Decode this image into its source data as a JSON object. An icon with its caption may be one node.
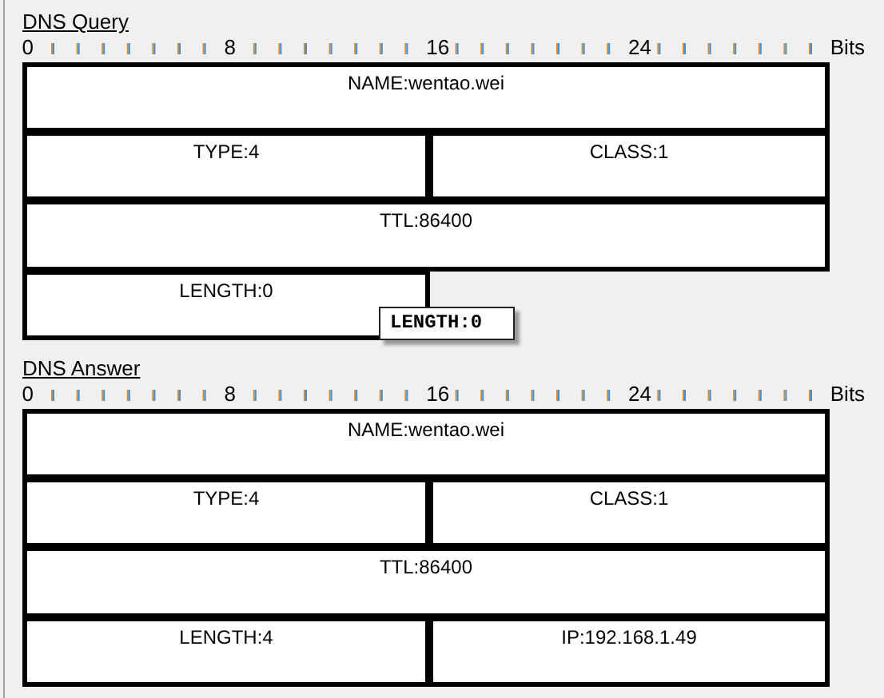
{
  "diagram": {
    "nodes": [
      {
        "text": [
          "NAME:wentao.wei"
        ]
      },
      {
        "text": [
          "TYPE:4"
        ]
      },
      {
        "text": [
          "CLASS:1"
        ]
      },
      {
        "text": [
          "TTL:86400"
        ]
      },
      {
        "text": [
          "LENGTH:0"
        ]
      },
      {
        "text": [
          "LENGTH:0"
        ]
      },
      {
        "text": [
          "NAME:wentao.wei"
        ]
      },
      {
        "text": [
          "TYPE:4"
        ]
      },
      {
        "text": [
          "CLASS:1"
        ]
      },
      {
        "text": [
          "TTL:86400"
        ]
      },
      {
        "text": [
          "LENGTH:4"
        ]
      },
      {
        "text": [
          "IP:192.168.1.49"
        ]
      }
    ],
    "labels": [
      "DNS Query",
      "0",
      "8",
      "16",
      "24",
      "Bits",
      "DNS Answer",
      "0",
      "8",
      "16",
      "24",
      "Bits"
    ]
  }
}
